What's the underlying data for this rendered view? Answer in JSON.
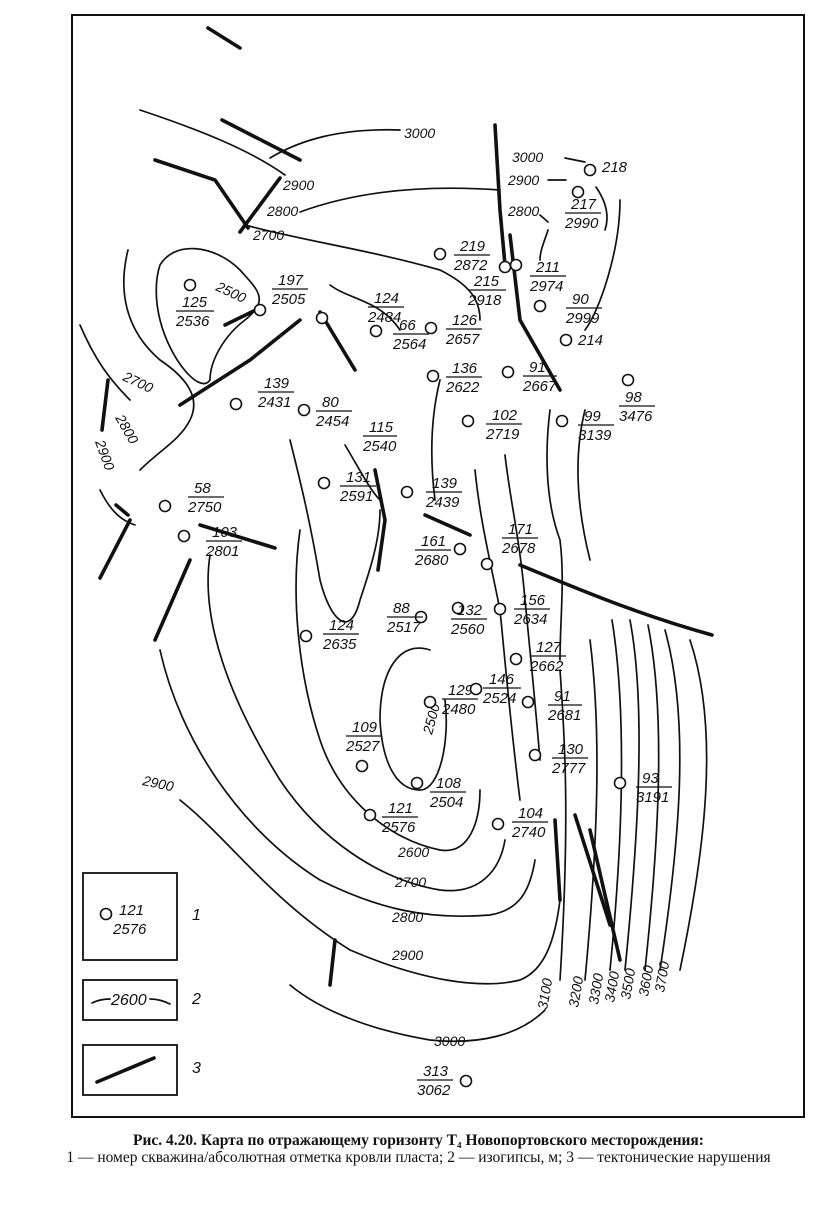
{
  "caption": {
    "title": "Рис. 4.20. Карта по отражающему горизонту T₄ Новопортовского месторождения:",
    "description": "1 — номер скважина/абсолютная отметка кровли пласта; 2 — изогипсы, м; 3 — тектонические нарушения"
  },
  "legend": {
    "item1": {
      "number": "1",
      "sample_top": "121",
      "sample_bottom": "2576"
    },
    "item2": {
      "number": "2",
      "sample_label": "2600"
    },
    "item3": {
      "number": "3"
    }
  },
  "wells": [
    {
      "id": "218",
      "elev": ""
    },
    {
      "id": "217",
      "elev": "2990"
    },
    {
      "id": "219",
      "elev": "2872"
    },
    {
      "id": "211",
      "elev": "2974"
    },
    {
      "id": "215",
      "elev": "2918"
    },
    {
      "id": "90",
      "elev": "2999"
    },
    {
      "id": "214",
      "elev": ""
    },
    {
      "id": "197",
      "elev": "2505"
    },
    {
      "id": "125",
      "elev": "2536"
    },
    {
      "id": "124",
      "elev": "2484"
    },
    {
      "id": "66",
      "elev": "2564"
    },
    {
      "id": "126",
      "elev": "2657"
    },
    {
      "id": "136",
      "elev": "2622"
    },
    {
      "id": "91",
      "elev": "2667"
    },
    {
      "id": "98",
      "elev": "3476"
    },
    {
      "id": "139",
      "elev": "2431"
    },
    {
      "id": "80",
      "elev": "2454"
    },
    {
      "id": "115",
      "elev": "2540"
    },
    {
      "id": "102",
      "elev": "2719"
    },
    {
      "id": "99",
      "elev": "3139"
    },
    {
      "id": "131",
      "elev": "2591"
    },
    {
      "id": "139",
      "elev": "2439"
    },
    {
      "id": "58",
      "elev": "2750"
    },
    {
      "id": "103",
      "elev": "2801"
    },
    {
      "id": "161",
      "elev": "2680"
    },
    {
      "id": "171",
      "elev": "2678"
    },
    {
      "id": "88",
      "elev": "2517"
    },
    {
      "id": "132",
      "elev": "2560"
    },
    {
      "id": "156",
      "elev": "2634"
    },
    {
      "id": "124",
      "elev": "2635"
    },
    {
      "id": "127",
      "elev": "2662"
    },
    {
      "id": "129",
      "elev": "2480"
    },
    {
      "id": "146",
      "elev": "2524"
    },
    {
      "id": "91",
      "elev": "2681"
    },
    {
      "id": "109",
      "elev": "2527"
    },
    {
      "id": "130",
      "elev": "2777"
    },
    {
      "id": "108",
      "elev": "2504"
    },
    {
      "id": "93",
      "elev": "3191"
    },
    {
      "id": "121",
      "elev": "2576"
    },
    {
      "id": "104",
      "elev": "2740"
    },
    {
      "id": "313",
      "elev": "3062"
    }
  ],
  "isohypse_labels": [
    "3000",
    "2900",
    "2800",
    "2700",
    "3000",
    "2900",
    "2800",
    "2500",
    "2700",
    "2800",
    "2900",
    "2500",
    "2900",
    "2600",
    "2700",
    "2800",
    "2900",
    "3000",
    "3100",
    "3200",
    "3300",
    "3400",
    "3500",
    "3600",
    "3700"
  ]
}
